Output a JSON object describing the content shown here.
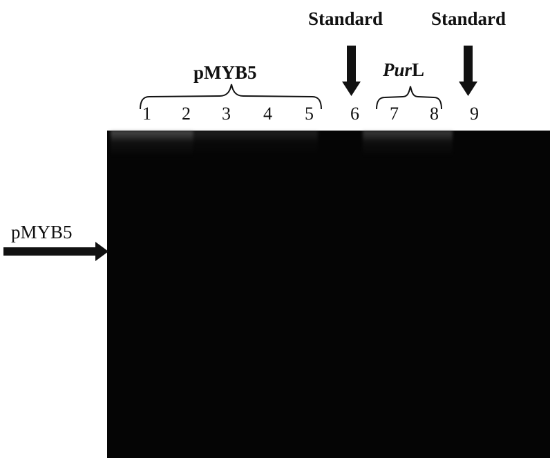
{
  "standard_labels": [
    "Standard",
    "Standard"
  ],
  "group_pmyb5_label": "pMYB5",
  "group_purl_label_italic": "Pur",
  "group_purl_label_suffix": "L",
  "lane_numbers": [
    "1",
    "2",
    "3",
    "4",
    "5",
    "6",
    "7",
    "8",
    "9"
  ],
  "side_label": "pMYB5",
  "colors": {
    "gel": "#050505",
    "ink": "#111111",
    "background": "#ffffff"
  }
}
